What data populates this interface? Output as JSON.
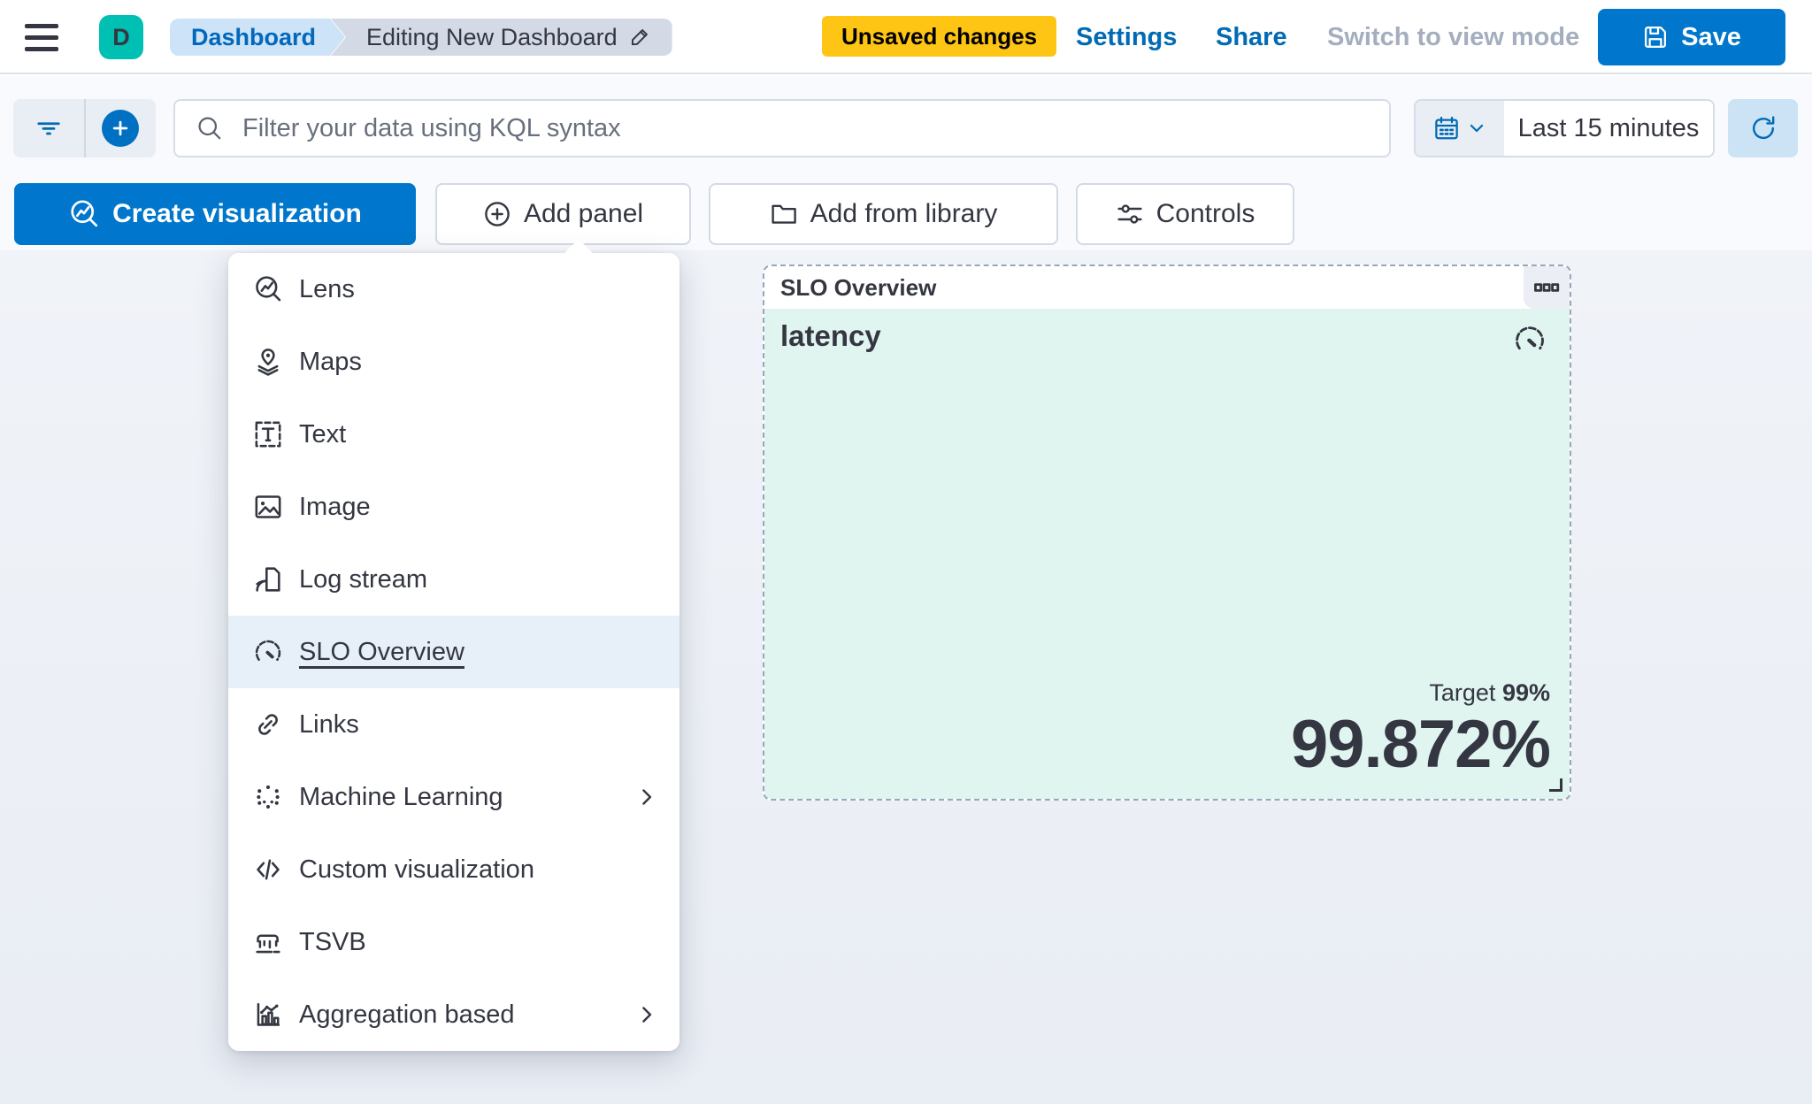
{
  "header": {
    "avatar_initial": "D",
    "breadcrumb_dashboard": "Dashboard",
    "breadcrumb_current": "Editing New Dashboard",
    "unsaved_badge": "Unsaved changes",
    "settings": "Settings",
    "share": "Share",
    "switch_to_view_mode": "Switch to view mode",
    "save": "Save"
  },
  "filter_bar": {
    "kql_placeholder": "Filter your data using KQL syntax",
    "time_range": "Last 15 minutes"
  },
  "toolbar": {
    "create_visualization": "Create visualization",
    "add_panel": "Add panel",
    "add_from_library": "Add from library",
    "controls": "Controls"
  },
  "add_panel_menu": {
    "items": [
      {
        "label": "Lens",
        "icon": "lens-icon",
        "selected": false,
        "has_submenu": false
      },
      {
        "label": "Maps",
        "icon": "maps-icon",
        "selected": false,
        "has_submenu": false
      },
      {
        "label": "Text",
        "icon": "text-icon",
        "selected": false,
        "has_submenu": false
      },
      {
        "label": "Image",
        "icon": "image-icon",
        "selected": false,
        "has_submenu": false
      },
      {
        "label": "Log stream",
        "icon": "log-stream-icon",
        "selected": false,
        "has_submenu": false
      },
      {
        "label": "SLO Overview",
        "icon": "gauge-icon",
        "selected": true,
        "has_submenu": false
      },
      {
        "label": "Links",
        "icon": "link-icon",
        "selected": false,
        "has_submenu": false
      },
      {
        "label": "Machine Learning",
        "icon": "machine-learning-icon",
        "selected": false,
        "has_submenu": true
      },
      {
        "label": "Custom visualization",
        "icon": "code-icon",
        "selected": false,
        "has_submenu": false
      },
      {
        "label": "TSVB",
        "icon": "tsvb-icon",
        "selected": false,
        "has_submenu": false
      },
      {
        "label": "Aggregation based",
        "icon": "aggregation-icon",
        "selected": false,
        "has_submenu": true
      }
    ]
  },
  "slo_panel": {
    "title": "SLO Overview",
    "metric_name": "latency",
    "target_label": "Target",
    "target_value": "99%",
    "value": "99.872%"
  },
  "colors": {
    "primary_blue": "#0077cc",
    "link_blue": "#006bb4",
    "warning_yellow": "#fec514",
    "avatar_teal": "#00bfb3",
    "panel_mint": "#e0f4f0",
    "text_dark": "#343741"
  }
}
